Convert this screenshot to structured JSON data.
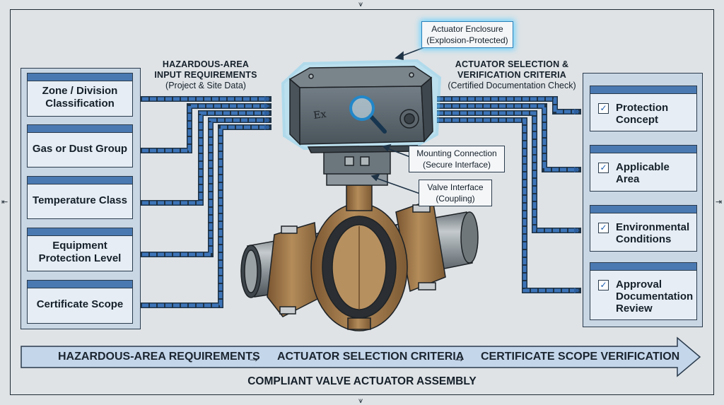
{
  "left_heading": {
    "title_line1": "HAZARDOUS-AREA",
    "title_line2": "INPUT REQUIREMENTS",
    "subtitle": "(Project & Site Data)"
  },
  "right_heading": {
    "title_line1": "ACTUATOR SELECTION &",
    "title_line2": "VERIFICATION CRITERIA",
    "subtitle": "(Certified Documentation Check)"
  },
  "inputs": [
    {
      "label": "Zone / Division Classification"
    },
    {
      "label": "Gas or Dust Group"
    },
    {
      "label": "Temperature Class"
    },
    {
      "label": "Equipment Protection Level"
    },
    {
      "label": "Certificate Scope"
    }
  ],
  "criteria": [
    {
      "label": "Protection Concept"
    },
    {
      "label": "Applicable Area"
    },
    {
      "label": "Environmental Conditions"
    },
    {
      "label": "Approval Documentation Review"
    }
  ],
  "callouts": {
    "enclosure_line1": "Actuator Enclosure",
    "enclosure_line2": "(Explosion-Protected)",
    "mounting_line1": "Mounting Connection",
    "mounting_line2": "(Secure Interface)",
    "valve_line1": "Valve Interface",
    "valve_line2": "(Coupling)"
  },
  "enclosure_marking": "Ex",
  "flow": {
    "step1": "HAZARDOUS-AREA REQUIREMENTS",
    "step2": "ACTUATOR SELECTION CRITERIA",
    "step3": "CERTIFICATE SCOPE VERIFICATION",
    "separator": "→"
  },
  "bottom_title": "COMPLIANT VALVE ACTUATOR ASSEMBLY",
  "colors": {
    "accent_blue": "#3d74b8",
    "panel_fill": "#c9d6e4",
    "bronze": "#a07a4a",
    "actuator_grey": "#5d6870",
    "glow": "#6ad2ff"
  }
}
